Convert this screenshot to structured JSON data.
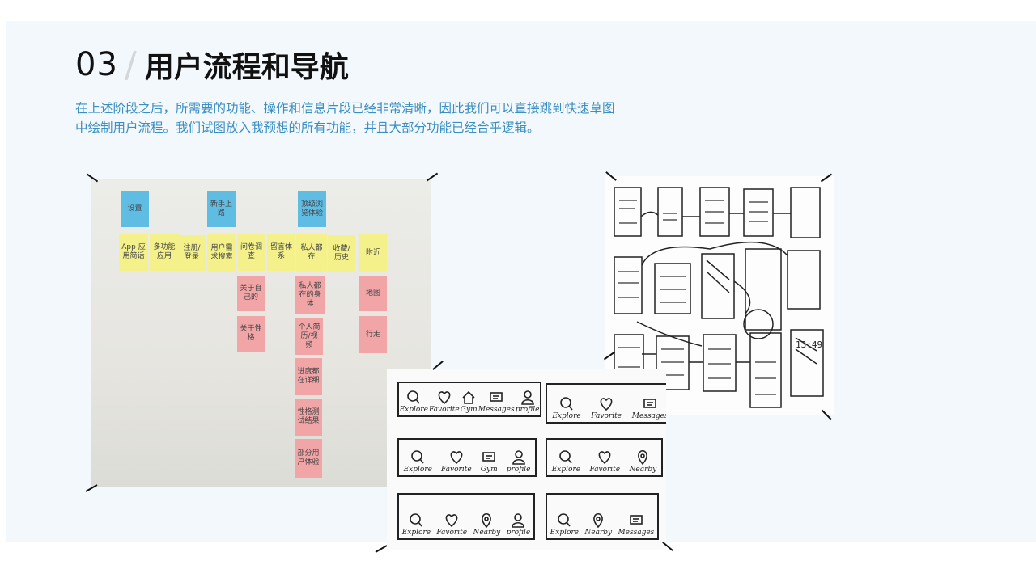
{
  "header": {
    "number": "03",
    "divider": "/",
    "title": "用户流程和导航"
  },
  "description": {
    "line1": "在上述阶段之后，所需要的功能、操作和信息片段已经非常清晰，因此我们可以直接跳到快速草图",
    "line2": "中绘制用户流程。我们试图放入我预想的所有功能，并且大部分功能已经合乎逻辑。"
  },
  "sticky_notes": {
    "blue": [
      "设置",
      "新手上路",
      "顶级浏览体验"
    ],
    "yellow": [
      "App 应用简话",
      "多功能应用",
      "注册/登录",
      "用户需求搜索",
      "问卷调查",
      "留言体系",
      "私人都在",
      "收藏/历史",
      "附近"
    ],
    "pink": [
      "关于自己的",
      "关于性格",
      "私人都在的身体",
      "个人简历/视频",
      "进度都在详细",
      "性格测试结果",
      "部分用户体验",
      "地图",
      "行走"
    ]
  },
  "wireframe_clock": "13:49",
  "tab_bars": [
    {
      "tabs": [
        {
          "icon": "search-icon",
          "label": "Explore"
        },
        {
          "icon": "heart-icon",
          "label": "Favorite"
        },
        {
          "icon": "home-icon",
          "label": "Gym"
        },
        {
          "icon": "message-icon",
          "label": "Messages"
        },
        {
          "icon": "profile-icon",
          "label": "profile"
        }
      ]
    },
    {
      "tabs": [
        {
          "icon": "search-icon",
          "label": "Explore"
        },
        {
          "icon": "heart-icon",
          "label": "Favorite"
        },
        {
          "icon": "message-icon",
          "label": "Messages"
        }
      ]
    },
    {
      "tabs": [
        {
          "icon": "search-icon",
          "label": "Explore"
        },
        {
          "icon": "heart-icon",
          "label": "Favorite"
        },
        {
          "icon": "message-icon",
          "label": "Gym"
        },
        {
          "icon": "profile-icon",
          "label": "profile"
        }
      ]
    },
    {
      "tabs": [
        {
          "icon": "search-icon",
          "label": "Explore"
        },
        {
          "icon": "heart-icon",
          "label": "Favorite"
        },
        {
          "icon": "location-icon",
          "label": "Nearby"
        }
      ]
    },
    {
      "tabs": [
        {
          "icon": "search-icon",
          "label": "Explore"
        },
        {
          "icon": "heart-icon",
          "label": "Favorite"
        },
        {
          "icon": "location-icon",
          "label": "Nearby"
        },
        {
          "icon": "profile-icon",
          "label": "profile"
        }
      ]
    },
    {
      "tabs": [
        {
          "icon": "search-icon",
          "label": "Explore"
        },
        {
          "icon": "location-icon",
          "label": "Nearby"
        },
        {
          "icon": "message-icon",
          "label": "Messages"
        }
      ]
    }
  ],
  "colors": {
    "accent": "#3a8ec2",
    "panel": "#f2f8fc",
    "note_blue": "#5fbde4",
    "note_yellow": "#f4f18a",
    "note_pink": "#f2a5a7"
  }
}
